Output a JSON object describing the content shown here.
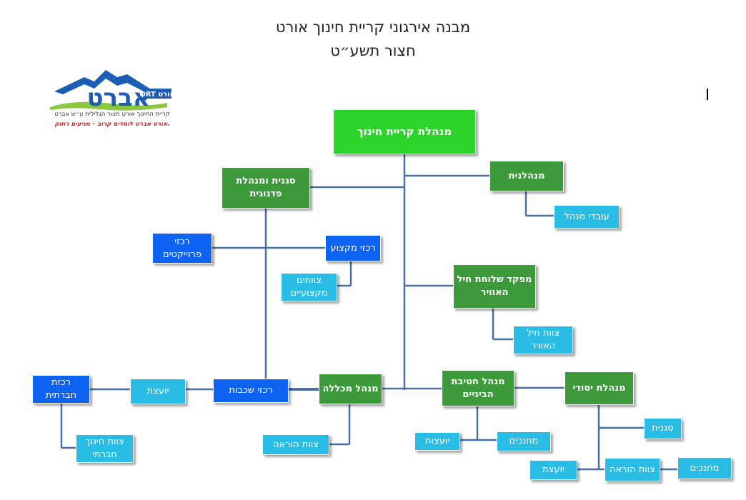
{
  "title": {
    "line1": "מבנה אירגוני  קריית חינוך אורט",
    "line2": "חצור תשע״ט"
  },
  "logo": {
    "name": "אברט",
    "tag": "ORT אורט",
    "sub1": "קריית החינוך אורט חצור הגלילית ע״ש אברט",
    "sub2": "אורט אברט לומדים קרוב – מגיעים רחוק."
  },
  "nodes": {
    "kirya_management": "מנהלת קריית חינוך",
    "deputy_pedagogic": "סגנית ומנהלת פדגוגית",
    "administrator": "מנהלנית",
    "admin_staff": "עובדי מנהל",
    "project_coordinators": "רכזי פרוייקטים",
    "subject_coordinators": "רכזי מקצוע",
    "professional_teams": "צוותים מקצועיים",
    "air_force_commander": "מפקד שלוחת חיל האוויר",
    "air_force_team": "צוות חיל האוויר",
    "social_coordinator": "רכזת חברתית",
    "advisor_high": "יועצת",
    "grade_coordinators": "רכזי שכבות",
    "high_school_principal": "מנהל מכללה",
    "middle_school_principal": "מנהל חטיבת הביניים",
    "elementary_principal": "מנהלת יסודי",
    "social_education_team": "צוות חינוך חברתי",
    "teaching_staff_high": "צוות הוראה",
    "advisor_middle": "יועצות",
    "educators_middle": "מחנכים",
    "deputy_elementary": "סגנית",
    "advisor_elementary": "יועצת",
    "teaching_staff_elementary": "צוות הוראה",
    "educators_elementary": "מחנכים"
  },
  "colors": {
    "green": "#3c9a3a",
    "lime": "#2bd32b",
    "blue": "#0f63f2",
    "cyan": "#29bce4",
    "connector": "#4a6fa5"
  }
}
